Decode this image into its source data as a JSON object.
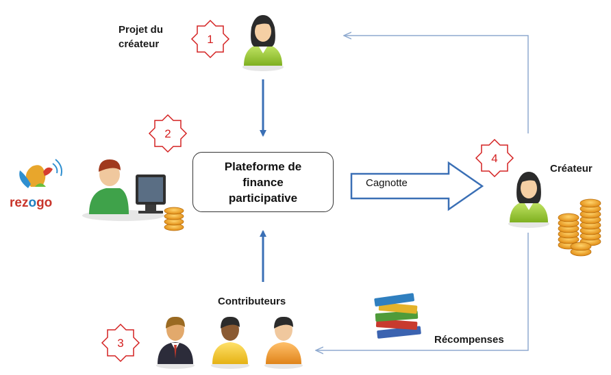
{
  "logo": {
    "text_parts": [
      "rez",
      "o",
      "go"
    ],
    "colors": [
      "#c8352b",
      "#1f7fc1",
      "#c8352b"
    ]
  },
  "labels": {
    "projet": [
      "Projet du",
      "créateur"
    ],
    "platform": [
      "Plateforme de",
      "finance",
      "participative"
    ],
    "cagnotte": "Cagnotte",
    "createur": "Créateur",
    "contributeurs": "Contributeurs",
    "recompenses": "Récompenses"
  },
  "steps": [
    "1",
    "2",
    "3",
    "4"
  ],
  "colors": {
    "arrow_blue": "#3a6fb5",
    "feedback_line": "#8ea9cf",
    "badge_red": "#d42020",
    "coin": "#f2a52a",
    "person_green": "#9acd32"
  }
}
